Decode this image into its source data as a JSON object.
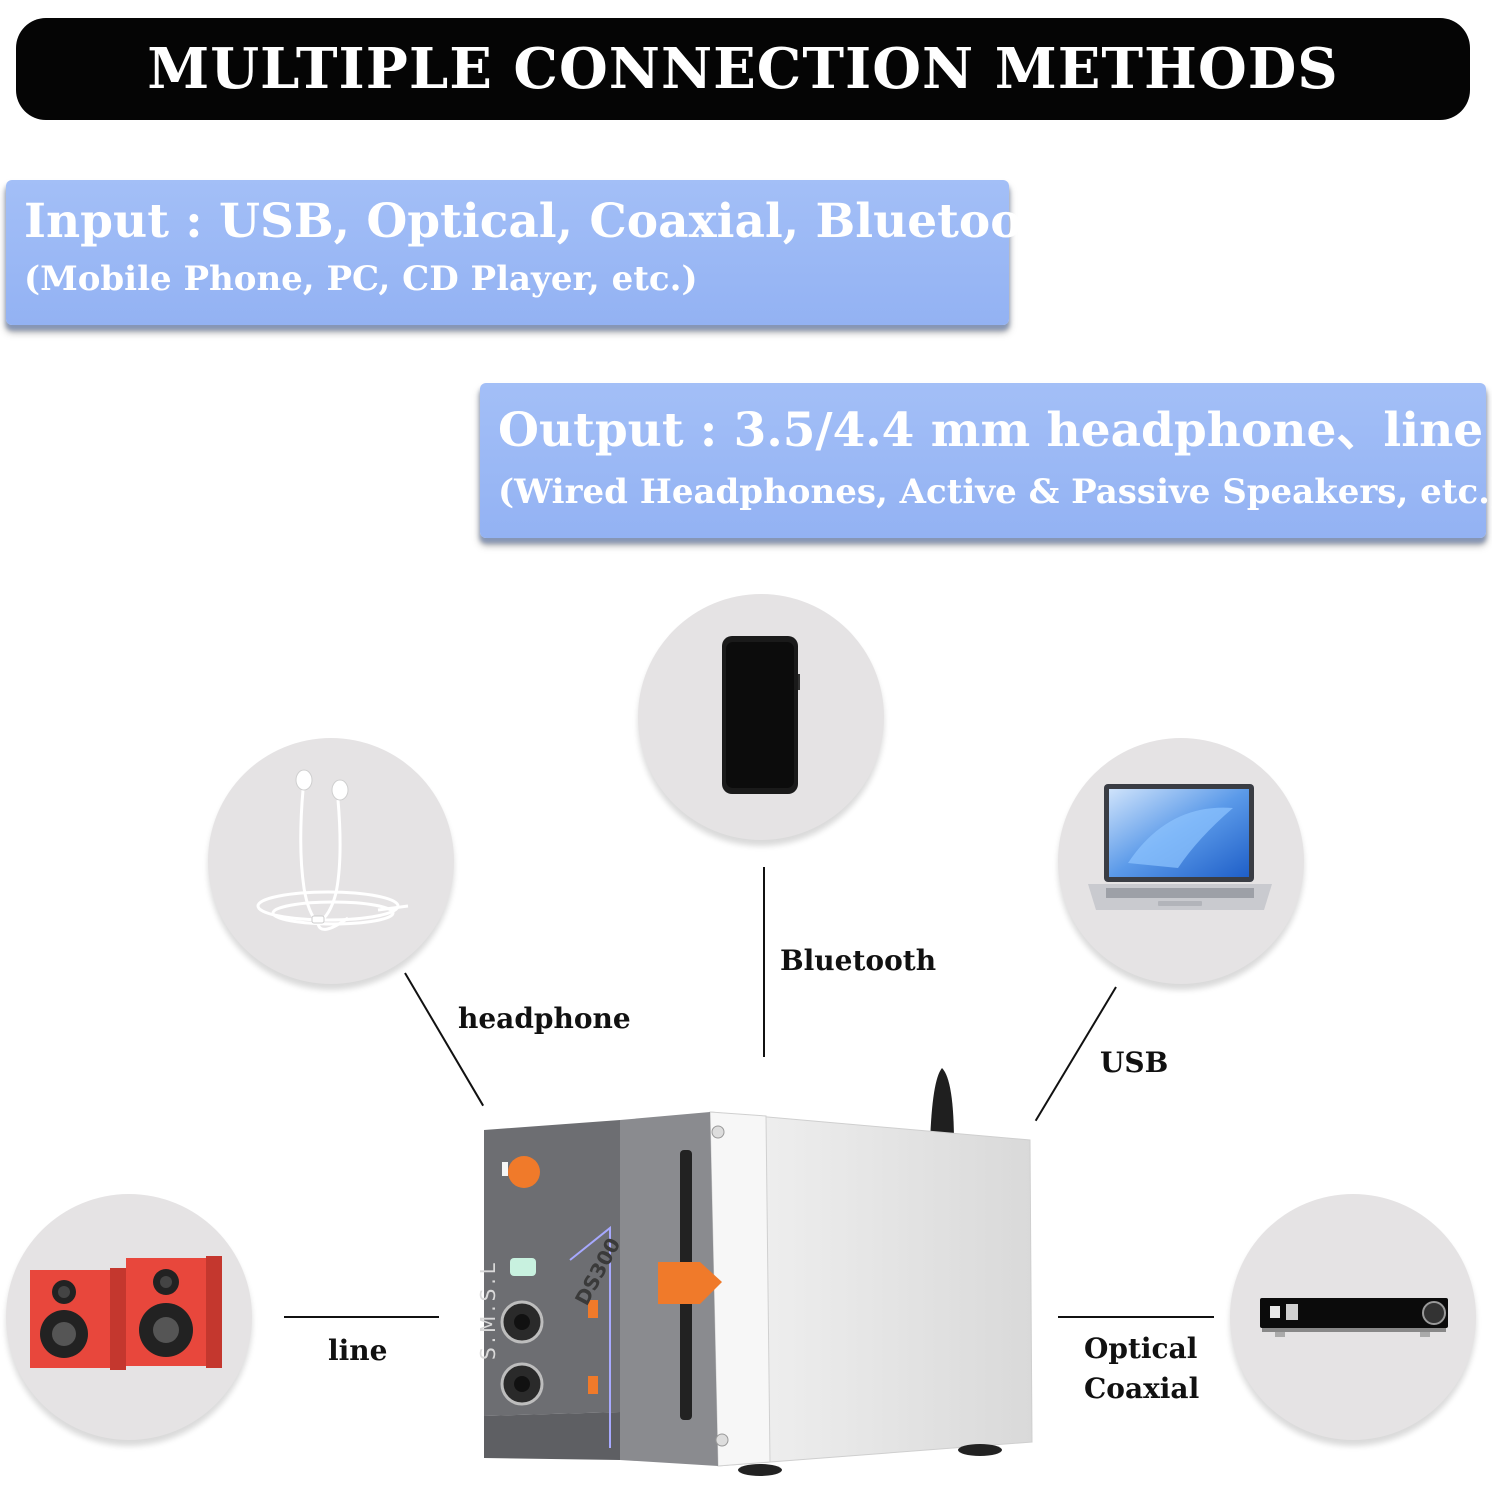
{
  "banner": {
    "title": "MULTIPLE CONNECTION METHODS"
  },
  "input": {
    "main": "Input : USB, Optical, Coaxial, Bluetooth",
    "sub": "(Mobile Phone, PC, CD Player, etc.)"
  },
  "output": {
    "main": "Output : 3.5/4.4 mm headphone、line",
    "sub": "(Wired Headphones, Active & Passive Speakers, etc.)"
  },
  "labels": {
    "bluetooth": "Bluetooth",
    "headphone": "headphone",
    "usb": "USB",
    "line": "line",
    "optical": "Optical",
    "coaxial": "Coaxial"
  },
  "device": {
    "brand": "S.M.S.L",
    "model": "DS300"
  },
  "colors": {
    "banner_bg": "#050505",
    "box_blue": "#9bb8f5",
    "circle_bg": "#e5e3e4",
    "accent_orange": "#f07a2a",
    "speaker_red": "#e8473c"
  }
}
